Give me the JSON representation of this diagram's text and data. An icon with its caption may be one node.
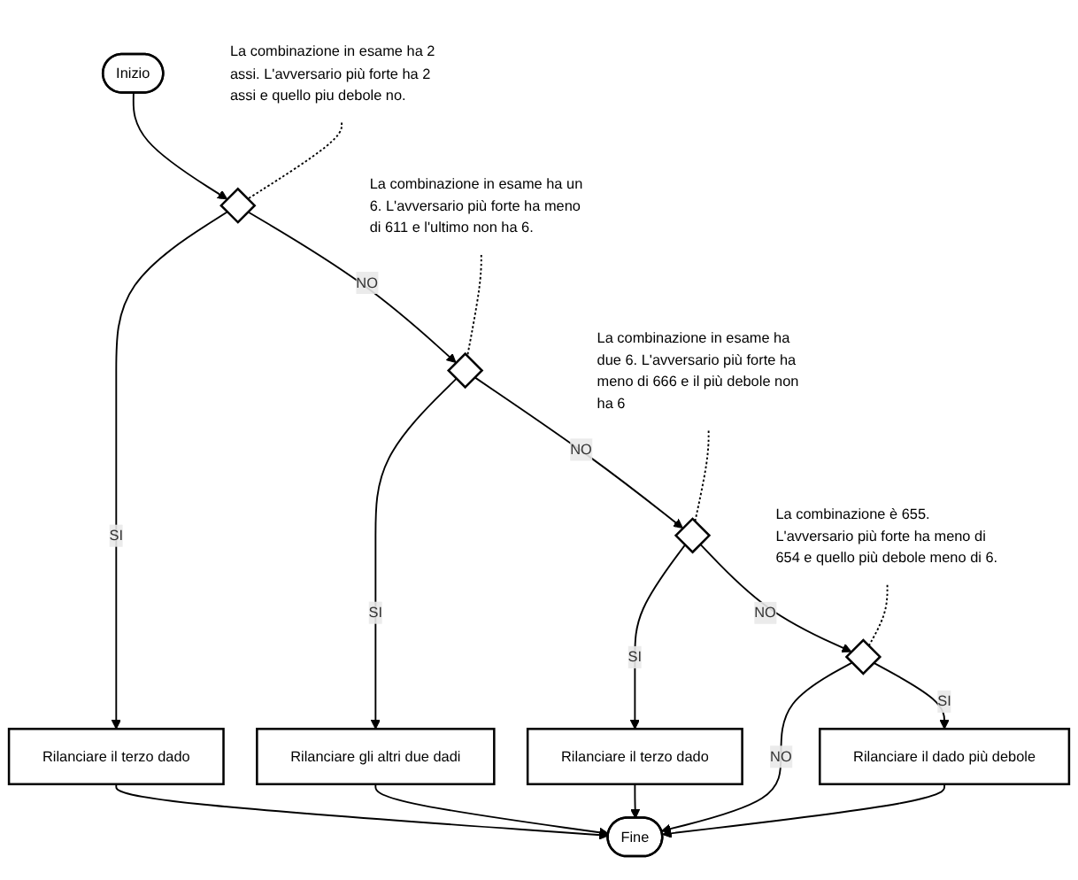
{
  "diagram": {
    "nodes": [
      {
        "text": [
          "Inizio"
        ]
      },
      {
        "text": [
          "La combinazione in esame ha 2 assi. L'avversario più forte ha 2 assi e quello piu debole no."
        ]
      },
      {
        "text": [],
        "shape": "diamond"
      },
      {
        "text": [
          "Rilanciare il terzo dado"
        ]
      },
      {
        "text": [
          "La combinazione in esame ha un 6. L'avversario più forte ha meno di 611 e l'ultimo non ha 6."
        ]
      },
      {
        "text": [],
        "shape": "diamond"
      },
      {
        "text": [
          "Rilanciare gli altri due dadi"
        ]
      },
      {
        "text": [
          "La combinazione in esame ha due 6. L'avversario più forte ha meno di 666 e il più debole non ha 6"
        ]
      },
      {
        "text": [],
        "shape": "diamond"
      },
      {
        "text": [
          "Rilanciare il terzo dado"
        ]
      },
      {
        "text": [
          "La combinazione è 655. L'avversario più forte ha meno di 654 e quello più debole meno di 6."
        ]
      },
      {
        "text": [],
        "shape": "diamond"
      },
      {
        "text": [
          "Rilanciare il dado più debole"
        ]
      },
      {
        "text": [
          "Fine"
        ]
      }
    ],
    "edges": [
      {
        "from": 0,
        "to": 2,
        "arrow": "to"
      },
      {
        "from": 1,
        "to": 2,
        "arrow": "none",
        "style": "dashed"
      },
      {
        "from": 2,
        "to": 3,
        "arrow": "to",
        "label": "SI"
      },
      {
        "from": 2,
        "to": 5,
        "arrow": "to",
        "label": "NO"
      },
      {
        "from": 3,
        "to": 13,
        "arrow": "to"
      },
      {
        "from": 4,
        "to": 5,
        "arrow": "none",
        "style": "dashed"
      },
      {
        "from": 5,
        "to": 6,
        "arrow": "to",
        "label": "SI"
      },
      {
        "from": 5,
        "to": 8,
        "arrow": "to",
        "label": "NO"
      },
      {
        "from": 6,
        "to": 13,
        "arrow": "to"
      },
      {
        "from": 7,
        "to": 8,
        "arrow": "none",
        "style": "dashed"
      },
      {
        "from": 8,
        "to": 9,
        "arrow": "to",
        "label": "SI"
      },
      {
        "from": 8,
        "to": 11,
        "arrow": "to",
        "label": "NO"
      },
      {
        "from": 9,
        "to": 13,
        "arrow": "to"
      },
      {
        "from": 10,
        "to": 11,
        "arrow": "none",
        "style": "dashed"
      },
      {
        "from": 11,
        "to": 12,
        "arrow": "to",
        "label": "SI"
      },
      {
        "from": 11,
        "to": 13,
        "arrow": "to",
        "label": "NO"
      },
      {
        "from": 12,
        "to": 13,
        "arrow": "to"
      }
    ]
  }
}
